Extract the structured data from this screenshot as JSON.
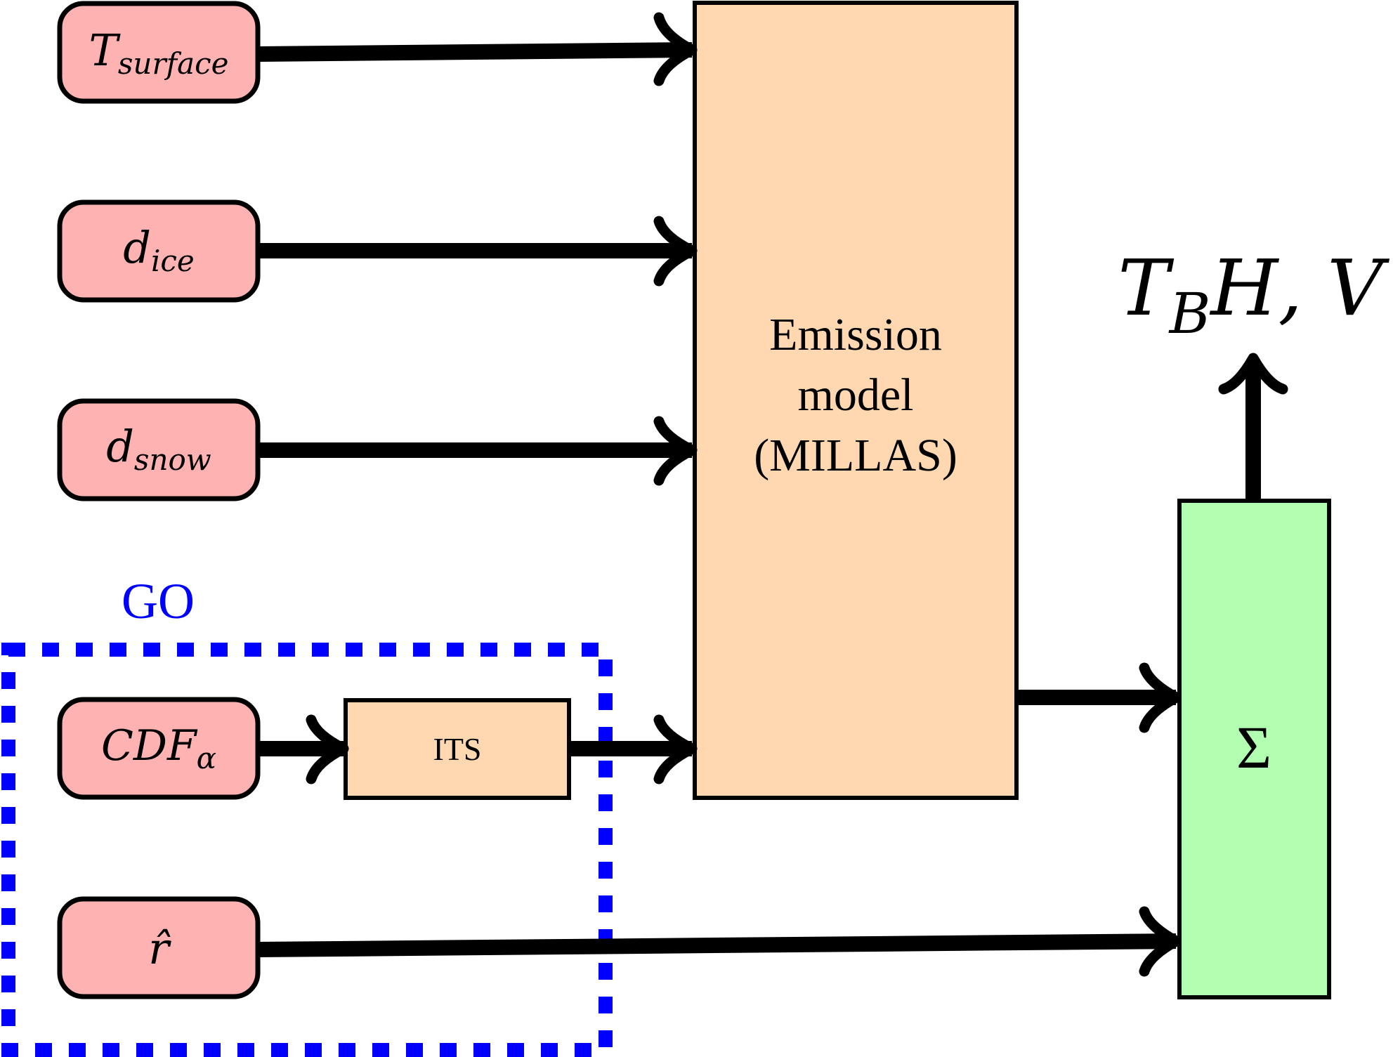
{
  "diagram": {
    "inputs": [
      {
        "id": "t_surface",
        "base": "T",
        "sub": "surface"
      },
      {
        "id": "d_ice",
        "base": "d",
        "sub": "ice"
      },
      {
        "id": "d_snow",
        "base": "d",
        "sub": "snow"
      },
      {
        "id": "cdf_alpha",
        "base": "CDF",
        "sub": "α"
      },
      {
        "id": "r_hat",
        "base": "r̂",
        "sub": ""
      }
    ],
    "its": {
      "label": "ITS"
    },
    "emission_model": {
      "lines": [
        "Emission",
        "model",
        "(MILLAS)"
      ]
    },
    "sum": {
      "label": "Σ"
    },
    "output": {
      "base": "T",
      "sub": "B",
      "suffix": "H, V"
    },
    "group": {
      "label": "GO",
      "color": "#0000ff"
    },
    "colors": {
      "input_fill": "#ffb2b2",
      "process_fill": "#ffd8b2",
      "sum_fill": "#b2ffb2",
      "group_stroke": "#0000ff"
    },
    "edges": [
      {
        "from": "t_surface",
        "to": "emission_model"
      },
      {
        "from": "d_ice",
        "to": "emission_model"
      },
      {
        "from": "d_snow",
        "to": "emission_model"
      },
      {
        "from": "cdf_alpha",
        "to": "its"
      },
      {
        "from": "its",
        "to": "emission_model"
      },
      {
        "from": "emission_model",
        "to": "sum"
      },
      {
        "from": "r_hat",
        "to": "sum"
      },
      {
        "from": "sum",
        "to": "output"
      }
    ]
  }
}
